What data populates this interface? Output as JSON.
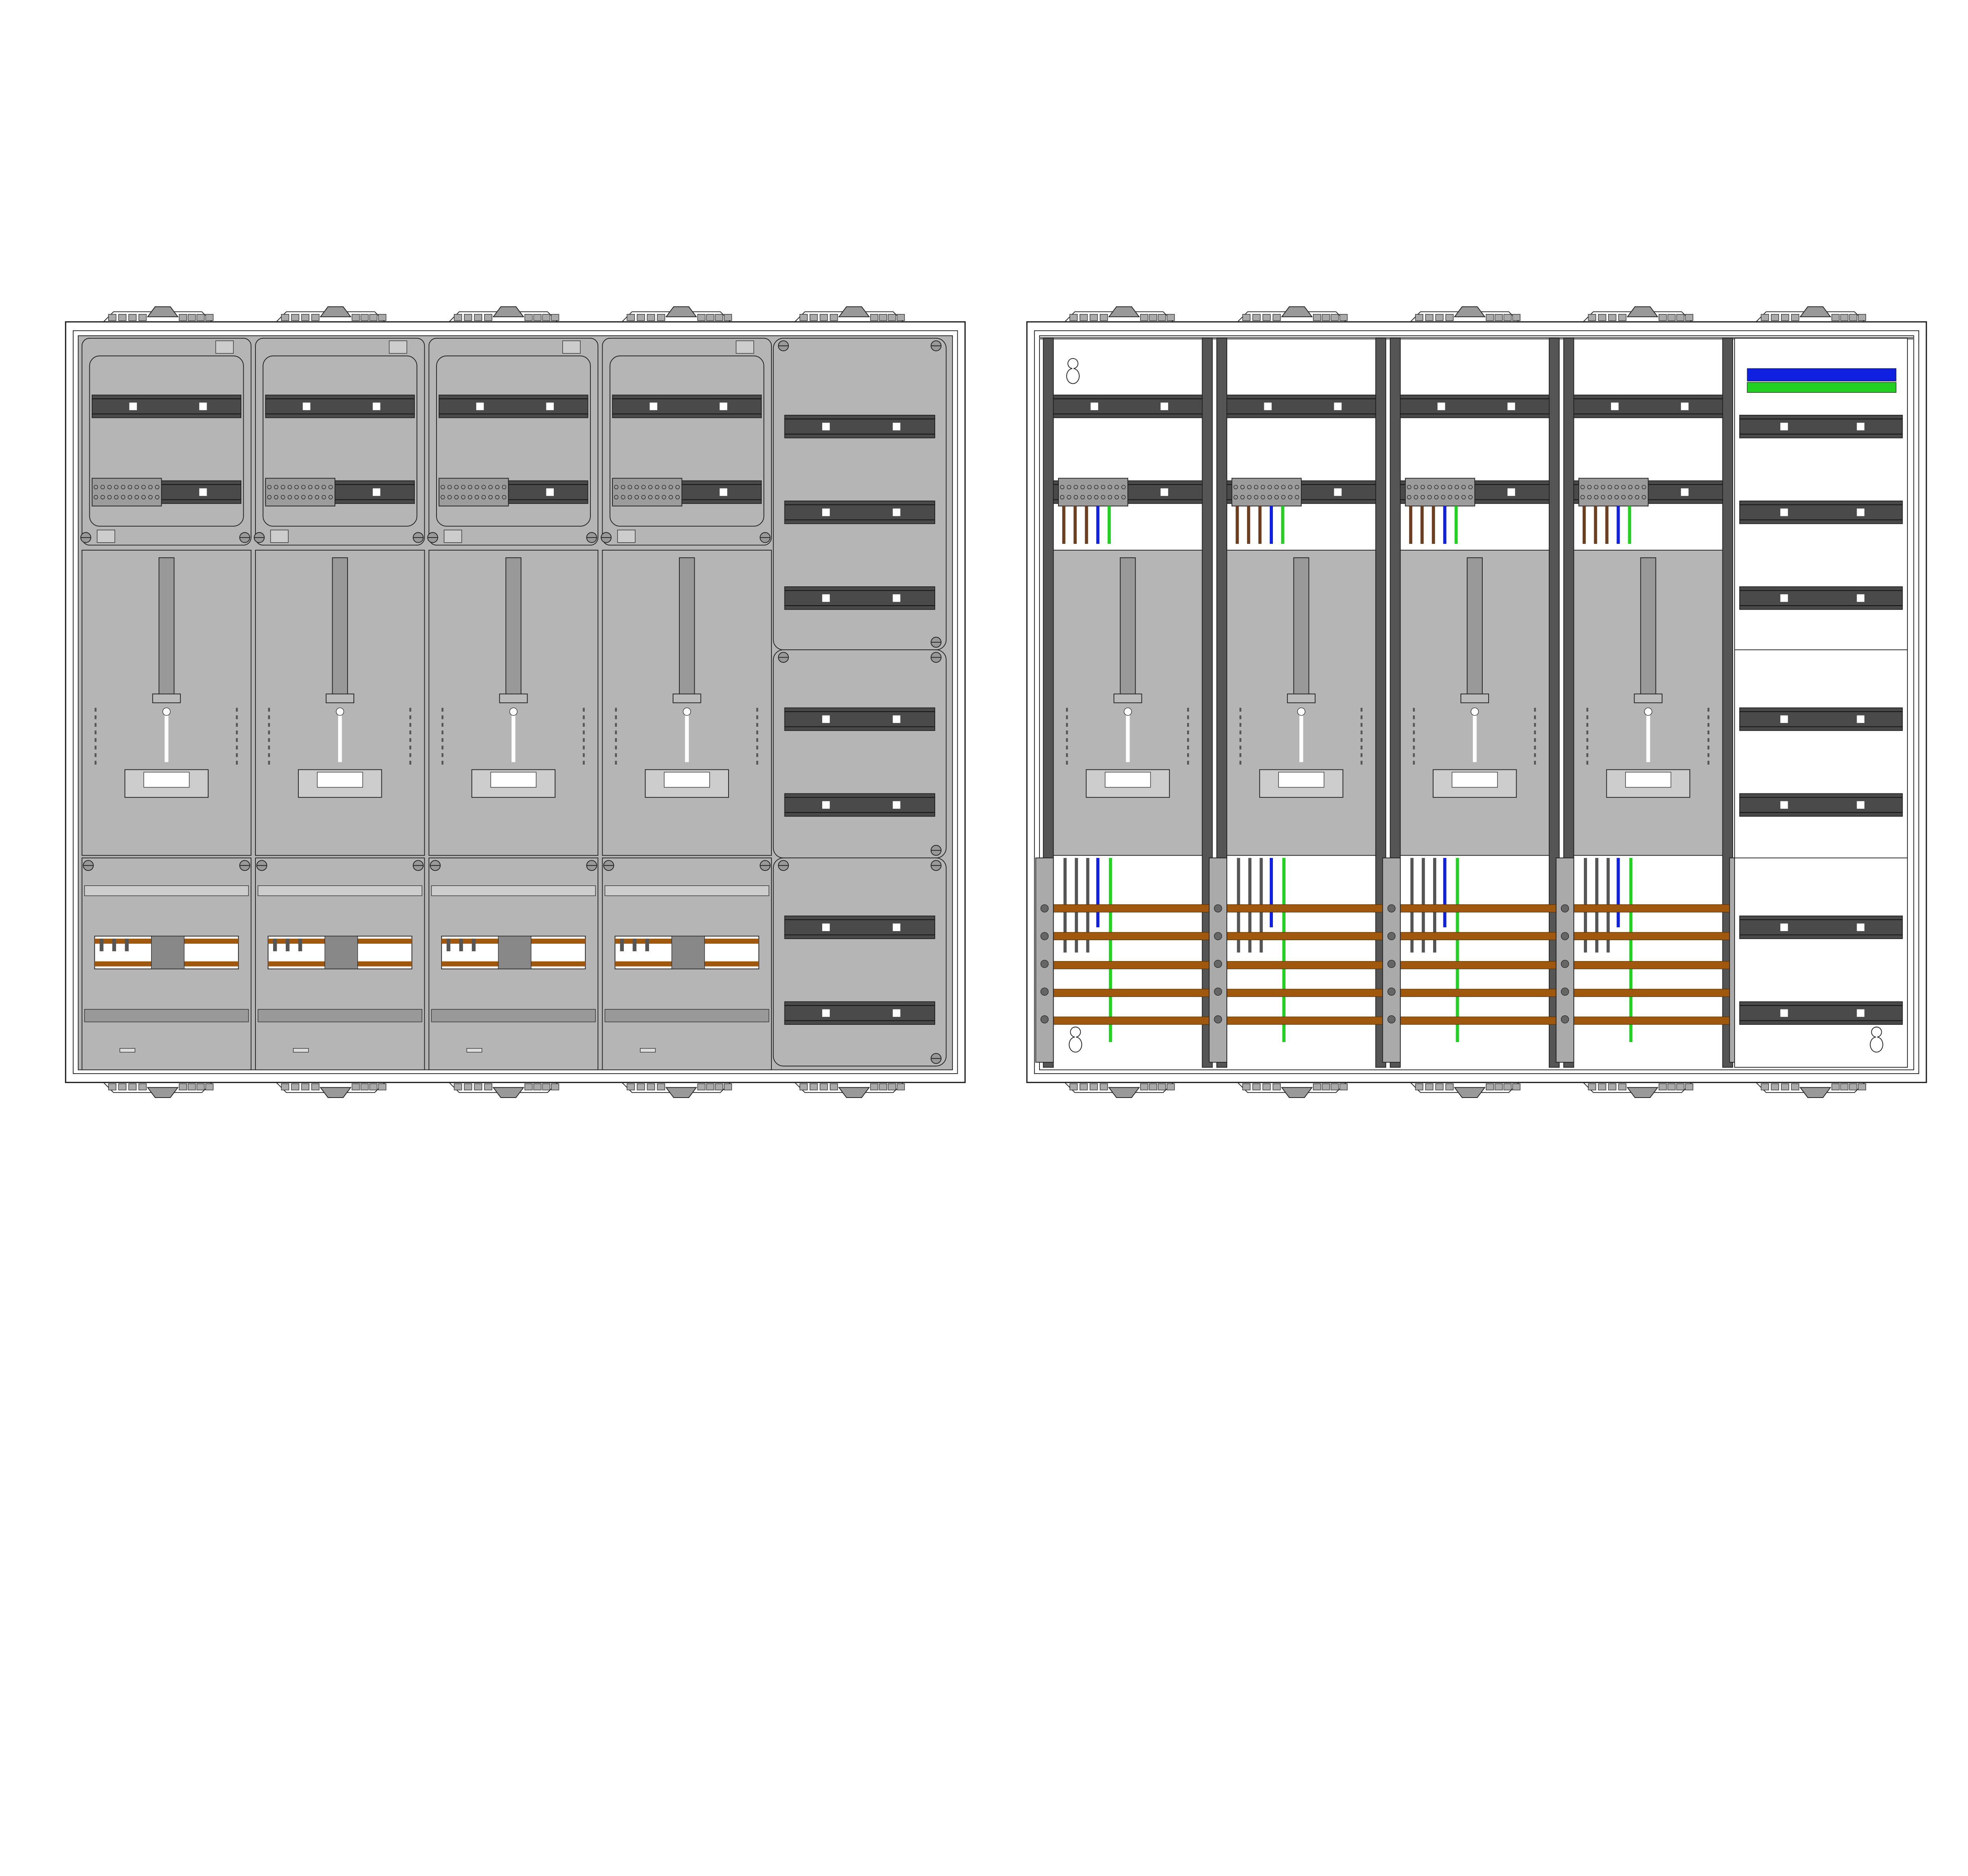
{
  "drawing": {
    "views": [
      {
        "id": "front-view-with-covers",
        "meter_columns": 4,
        "distribution_rows": 7
      },
      {
        "id": "interior-view-without-covers",
        "meter_columns": 4,
        "distribution_rows": 7
      }
    ]
  },
  "colors": {
    "cover_gray": "#b5b5b5",
    "frame_white": "#ffffff",
    "din_rail": "#4a4a4a",
    "outline": "#222222",
    "busbar_copper": "#a0580f",
    "wire_brown": "#6b3e1f",
    "wire_blue": "#1020e0",
    "wire_green": "#22d022",
    "terminal_gray": "#9c9c9c",
    "window_white": "#ffffff"
  }
}
